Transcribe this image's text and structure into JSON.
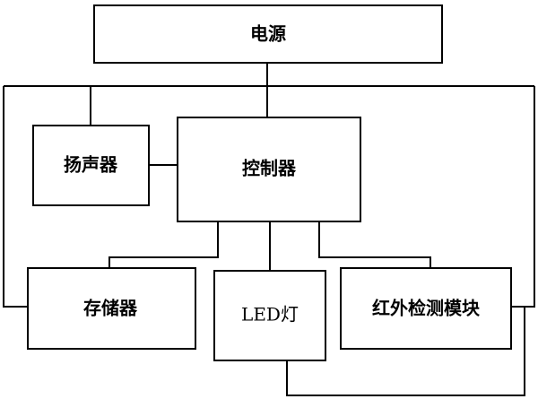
{
  "blocks": {
    "power": "电源",
    "speaker": "扬声器",
    "controller": "控制器",
    "storage": "存储器",
    "led_lamp": "LED灯",
    "ir_module": "红外检测模块"
  },
  "colors": {
    "line": "#000000",
    "background": "#ffffff"
  }
}
